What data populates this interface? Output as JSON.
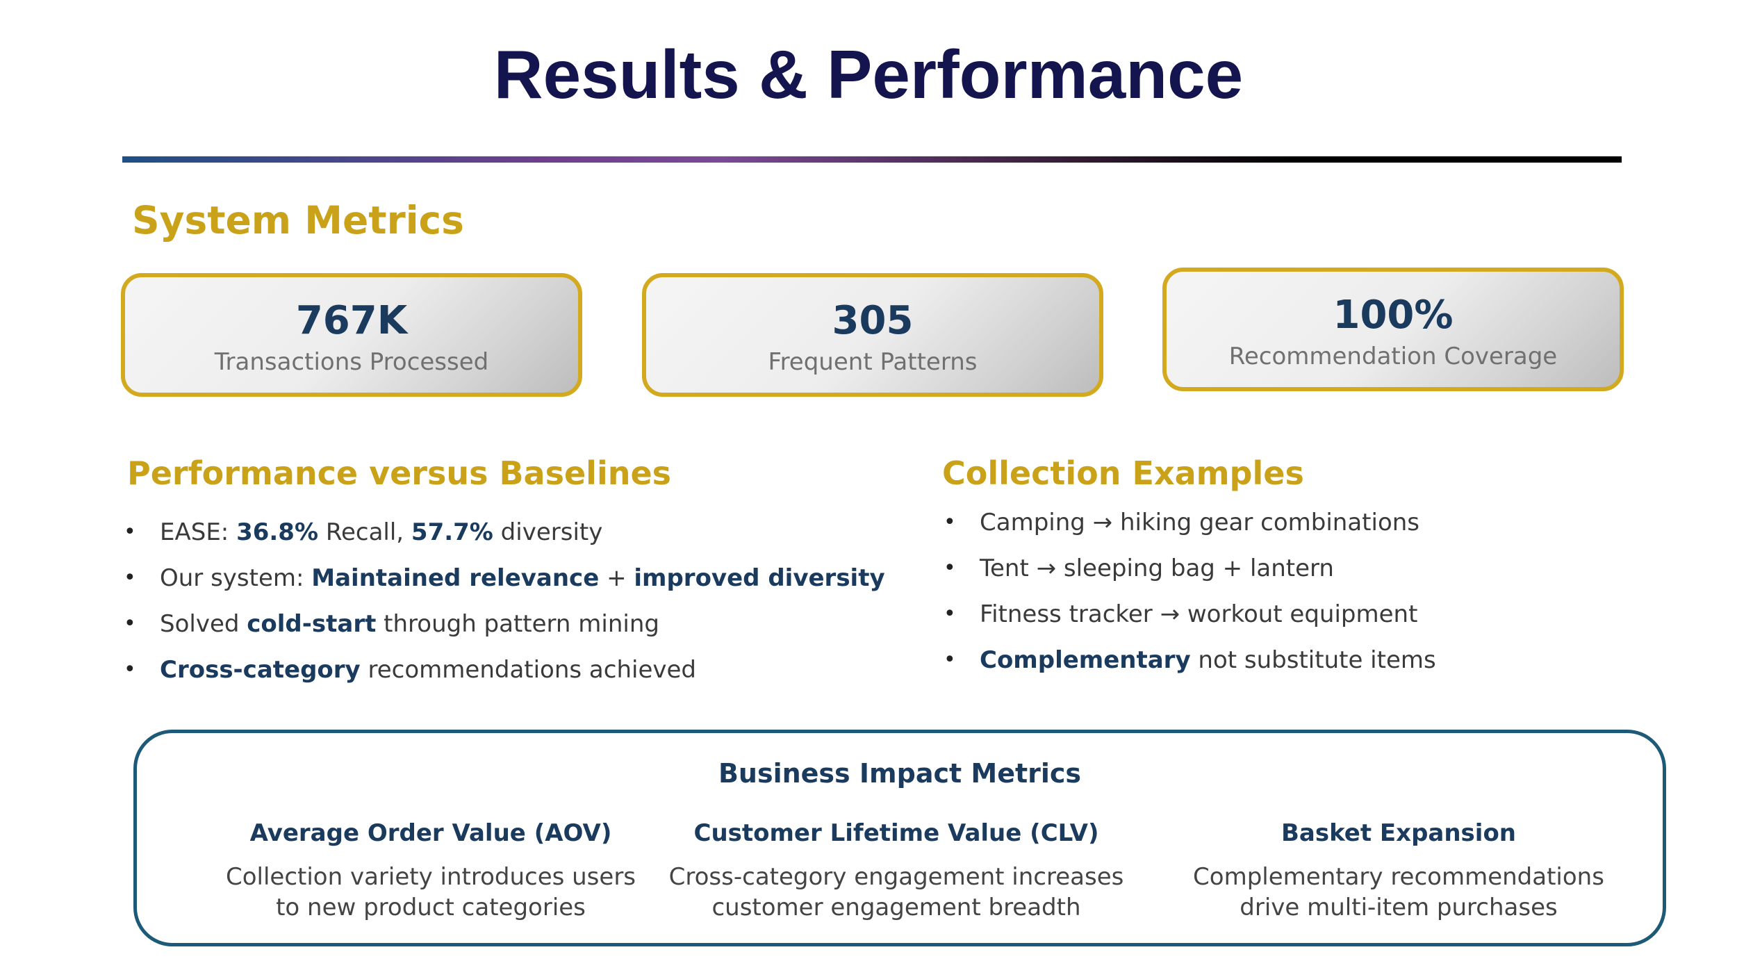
{
  "title": "Results & Performance",
  "system_metrics": {
    "heading": "System Metrics",
    "cards": [
      {
        "value": "767K",
        "label": "Transactions Processed"
      },
      {
        "value": "305",
        "label": "Frequent Patterns"
      },
      {
        "value": "100%",
        "label": "Recommendation Coverage"
      }
    ]
  },
  "performance": {
    "heading": "Performance versus Baselines",
    "bullet": "•",
    "items": [
      {
        "p1": "EASE: ",
        "b1": "36.8%",
        "p2": " Recall, ",
        "b2": "57.7%",
        "p3": " diversity"
      },
      {
        "p1": "Our system: ",
        "b1": "Maintained relevance",
        "p2": " + ",
        "b2": "improved diversity"
      },
      {
        "p1": "Solved ",
        "b1": "cold-start",
        "p2": " through pattern mining"
      },
      {
        "b1": "Cross-category",
        "p1": " recommendations achieved"
      }
    ]
  },
  "collections": {
    "heading": "Collection Examples",
    "bullet": "•",
    "items": [
      "Camping → hiking gear combinations",
      "Tent → sleeping bag + lantern",
      "Fitness tracker → workout equipment"
    ],
    "last_item": {
      "b1": "Complementary",
      "p1": " not substitute items"
    }
  },
  "business_impact": {
    "title": "Business Impact Metrics",
    "columns": [
      {
        "title": "Average Order Value (AOV)",
        "line1": "Collection variety introduces users",
        "line2": "to new product categories"
      },
      {
        "title": "Customer Lifetime Value (CLV)",
        "line1": "Cross-category engagement increases",
        "line2": "customer engagement breadth"
      },
      {
        "title": "Basket Expansion",
        "line1": "Complementary recommendations",
        "line2": "drive multi-item purchases"
      }
    ]
  },
  "colors": {
    "title": "#14144f",
    "heading_gold": "#c9a21a",
    "highlight_navy": "#1a3a5e",
    "impact_border": "#1d5a78"
  }
}
